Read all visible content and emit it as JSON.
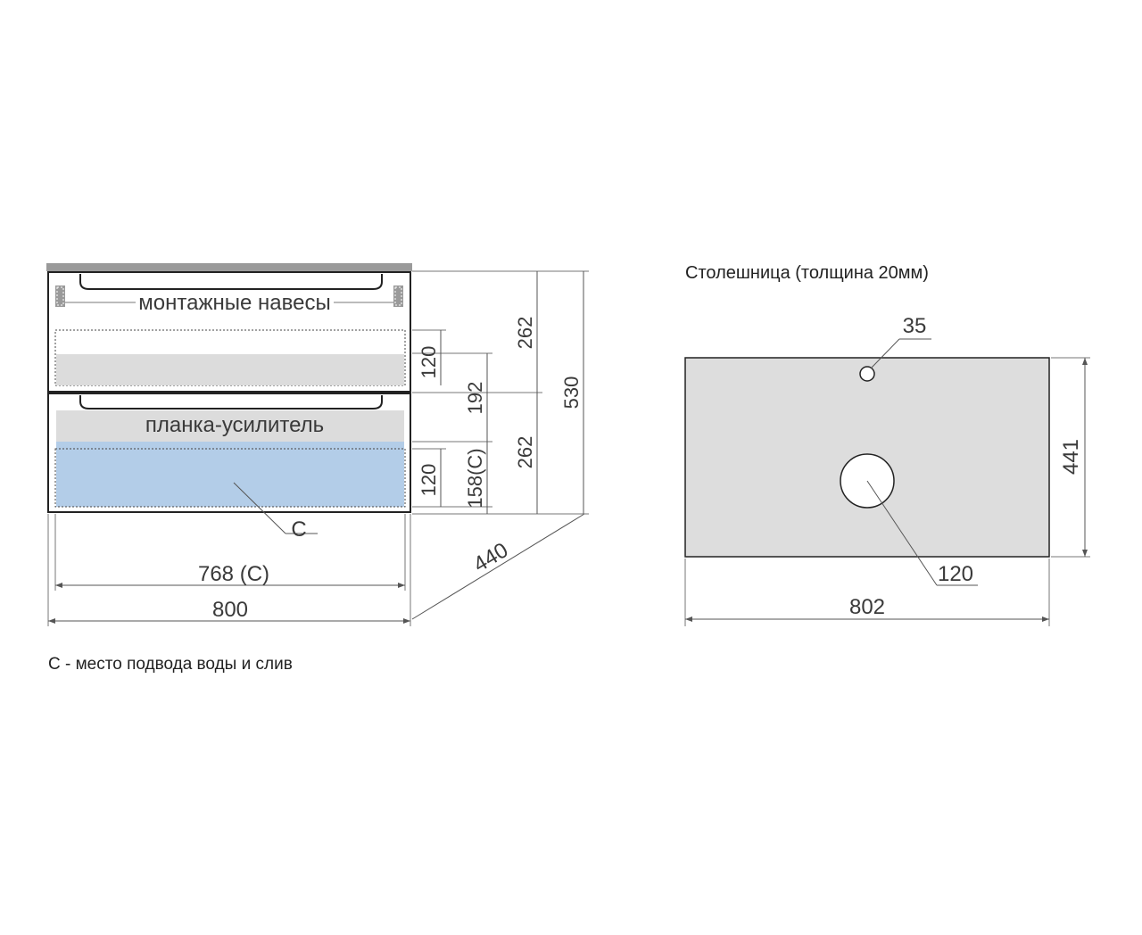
{
  "colors": {
    "countertop_strip": "#9a9a9a",
    "reinforcement_panel": "#dcdcdc",
    "connection_zone": "#b3cde8",
    "top_slab": "#dddddd"
  },
  "labels": {
    "mounting_hangers": "монтажные навесы",
    "reinforcement_bar": "планка-усилитель",
    "connection_marker": "С",
    "legend_note": "С - место подвода воды и слив",
    "countertop_title": "Столешница (толщина 20мм)"
  },
  "dimensions": {
    "width_total": "800",
    "width_connection": "768 (С)",
    "depth": "440",
    "height_total": "530",
    "drawer_top_height": "262",
    "drawer_bottom_height": "262",
    "shelf_height": "120",
    "lower_zone_height": "120",
    "mid_offset": "192",
    "connection_height": "158(С)",
    "top_width": "802",
    "top_depth": "441",
    "tap_hole": "35",
    "drain_hole": "120"
  }
}
